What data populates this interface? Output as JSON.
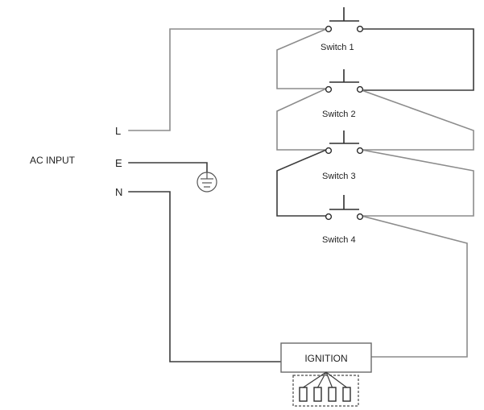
{
  "diagram": {
    "ac_input_label": "AC INPUT",
    "terminals": {
      "line": "L",
      "earth": "E",
      "neutral": "N"
    },
    "switches": [
      {
        "label": "Switch 1"
      },
      {
        "label": "Switch 2"
      },
      {
        "label": "Switch 3"
      },
      {
        "label": "Switch 4"
      }
    ],
    "ignition_label": "IGNITION",
    "electrode_count": 4,
    "colors": {
      "wire_dark": "#3c3c3c",
      "wire_gray": "#8c8c8c",
      "ink": "#1f1f1f"
    },
    "icons": [
      "ground-icon",
      "switch-icon",
      "electrode-icon"
    ]
  }
}
